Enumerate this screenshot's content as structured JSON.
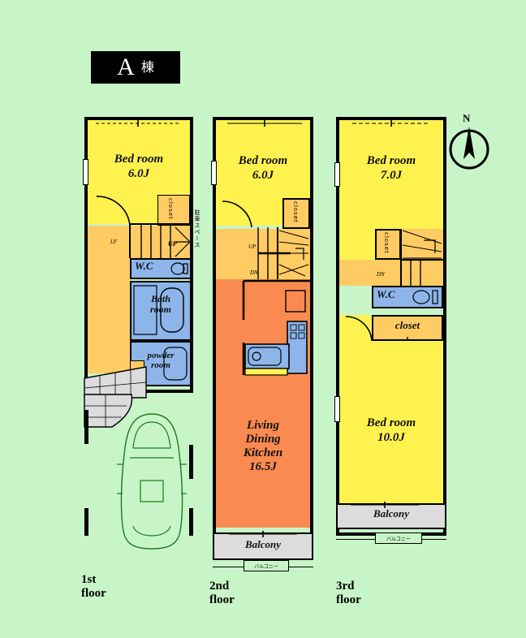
{
  "title": {
    "letter": "A",
    "suffix": "棟"
  },
  "compass": {
    "label": "N",
    "name": "north-arrow"
  },
  "colors": {
    "background": "#C8F5C8",
    "bedroom": "#FFF24F",
    "hallway": "#FFCB63",
    "ldk": "#FA8B50",
    "water": "#8DB5E9",
    "balcony": "#DCDCDC",
    "wall": "#000000"
  },
  "floors": [
    {
      "id": "first",
      "label": "1st floor",
      "rooms": [
        {
          "name": "bedroom",
          "label": "Bed room",
          "area": "6.0J"
        },
        {
          "name": "closet",
          "label": "closet"
        },
        {
          "name": "stairs-up",
          "label": "UP"
        },
        {
          "name": "wc",
          "label": "W.C"
        },
        {
          "name": "bathroom",
          "label": "Bath\nroom"
        },
        {
          "name": "powder-room",
          "label": "powder\nroom"
        },
        {
          "name": "entrance",
          "label": ""
        },
        {
          "name": "parking",
          "label": ""
        }
      ],
      "side_note": "駐車スペース"
    },
    {
      "id": "second",
      "label": "2nd floor",
      "rooms": [
        {
          "name": "bedroom",
          "label": "Bed room",
          "area": "6.0J"
        },
        {
          "name": "closet",
          "label": "closet"
        },
        {
          "name": "stairs",
          "label": "UP"
        },
        {
          "name": "stairs-down",
          "label": "DN"
        },
        {
          "name": "ldk",
          "label": "Living\nDining\nKitchen",
          "area": "16.5J"
        },
        {
          "name": "balcony",
          "label": "Balcony"
        }
      ],
      "bottom_note": "バルコニー"
    },
    {
      "id": "third",
      "label": "3rd floor",
      "rooms": [
        {
          "name": "bedroom-north",
          "label": "Bed room",
          "area": "7.0J"
        },
        {
          "name": "closet-upper",
          "label": "closet"
        },
        {
          "name": "stairs-down",
          "label": "DN"
        },
        {
          "name": "wc",
          "label": "W.C"
        },
        {
          "name": "closet-lower",
          "label": "closet"
        },
        {
          "name": "bedroom-south",
          "label": "Bed room",
          "area": "10.0J"
        },
        {
          "name": "balcony",
          "label": "Balcony"
        }
      ],
      "bottom_note": "バルコニー"
    }
  ]
}
